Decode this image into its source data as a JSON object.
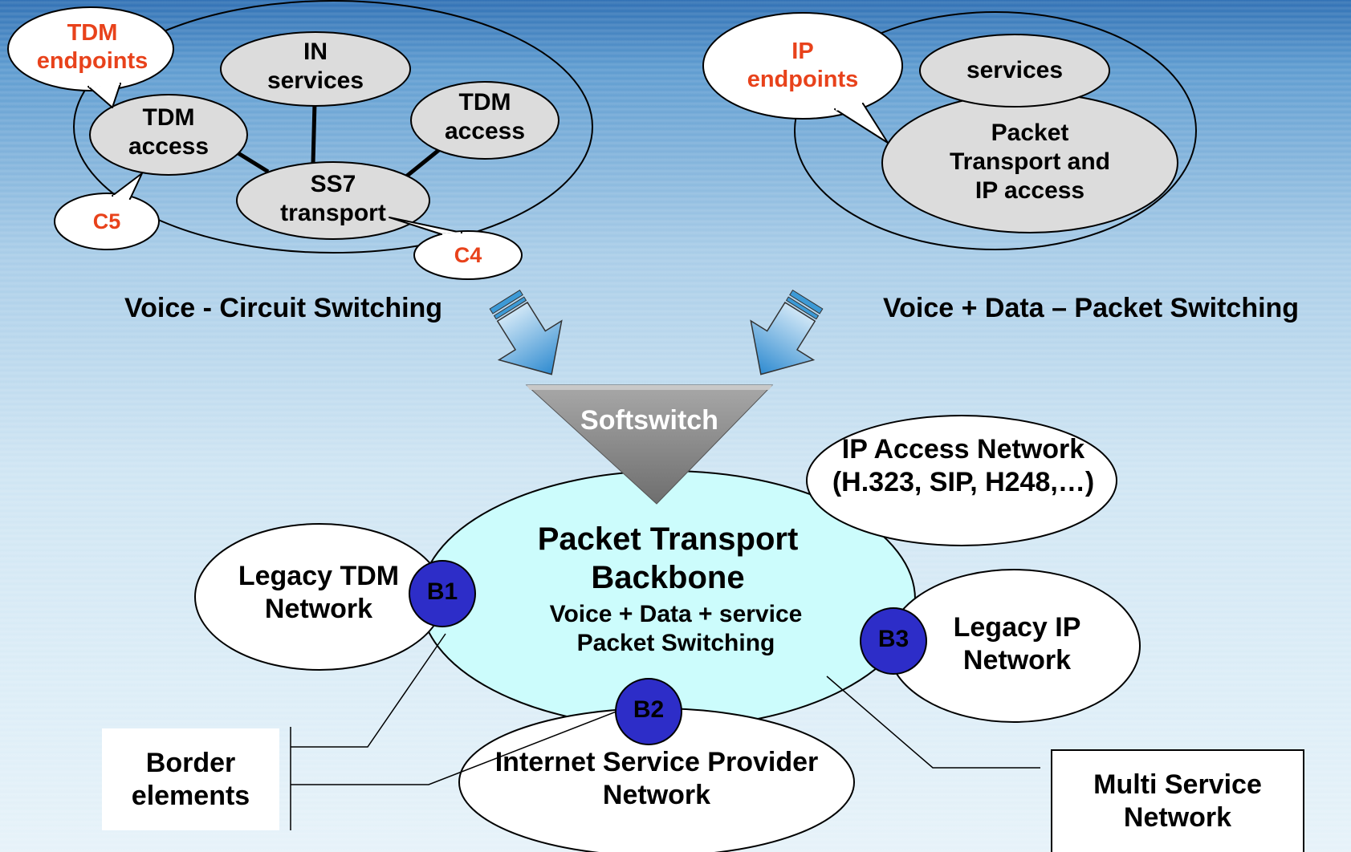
{
  "circuit": {
    "tdm_endpoints": "TDM\nendpoints",
    "in_services": "IN\nservices",
    "tdm_access_left": "TDM\naccess",
    "tdm_access_right": "TDM\naccess",
    "ss7_transport": "SS7\ntransport",
    "c5": "C5",
    "c4": "C4",
    "caption": "Voice - Circuit Switching"
  },
  "packet": {
    "ip_endpoints": "IP\nendpoints",
    "services": "services",
    "packet_transport": "Packet\nTransport and\nIP access",
    "caption": "Voice + Data – Packet Switching"
  },
  "softswitch": "Softswitch",
  "backbone": {
    "title": "Packet Transport\nBackbone",
    "subtitle": "Voice + Data + service\nPacket Switching"
  },
  "networks": {
    "ip_access": "IP Access Network\n(H.323, SIP, H248,…)",
    "legacy_tdm": "Legacy TDM\nNetwork",
    "legacy_ip": "Legacy IP\nNetwork",
    "isp": "Internet Service Provider\nNetwork"
  },
  "border_points": {
    "b1": "B1",
    "b2": "B2",
    "b3": "B3"
  },
  "callouts": {
    "border_elements": "Border\nelements",
    "multi_service": "Multi Service\nNetwork"
  },
  "colors": {
    "red_label": "#e8421b",
    "bubble_gray": "#dcdcdc",
    "backbone_fill": "#ccfcfc",
    "border_point": "#2d2dc8",
    "arrow_blue": "#3d9ad6",
    "softswitch_gray": "#8e8e8e"
  }
}
